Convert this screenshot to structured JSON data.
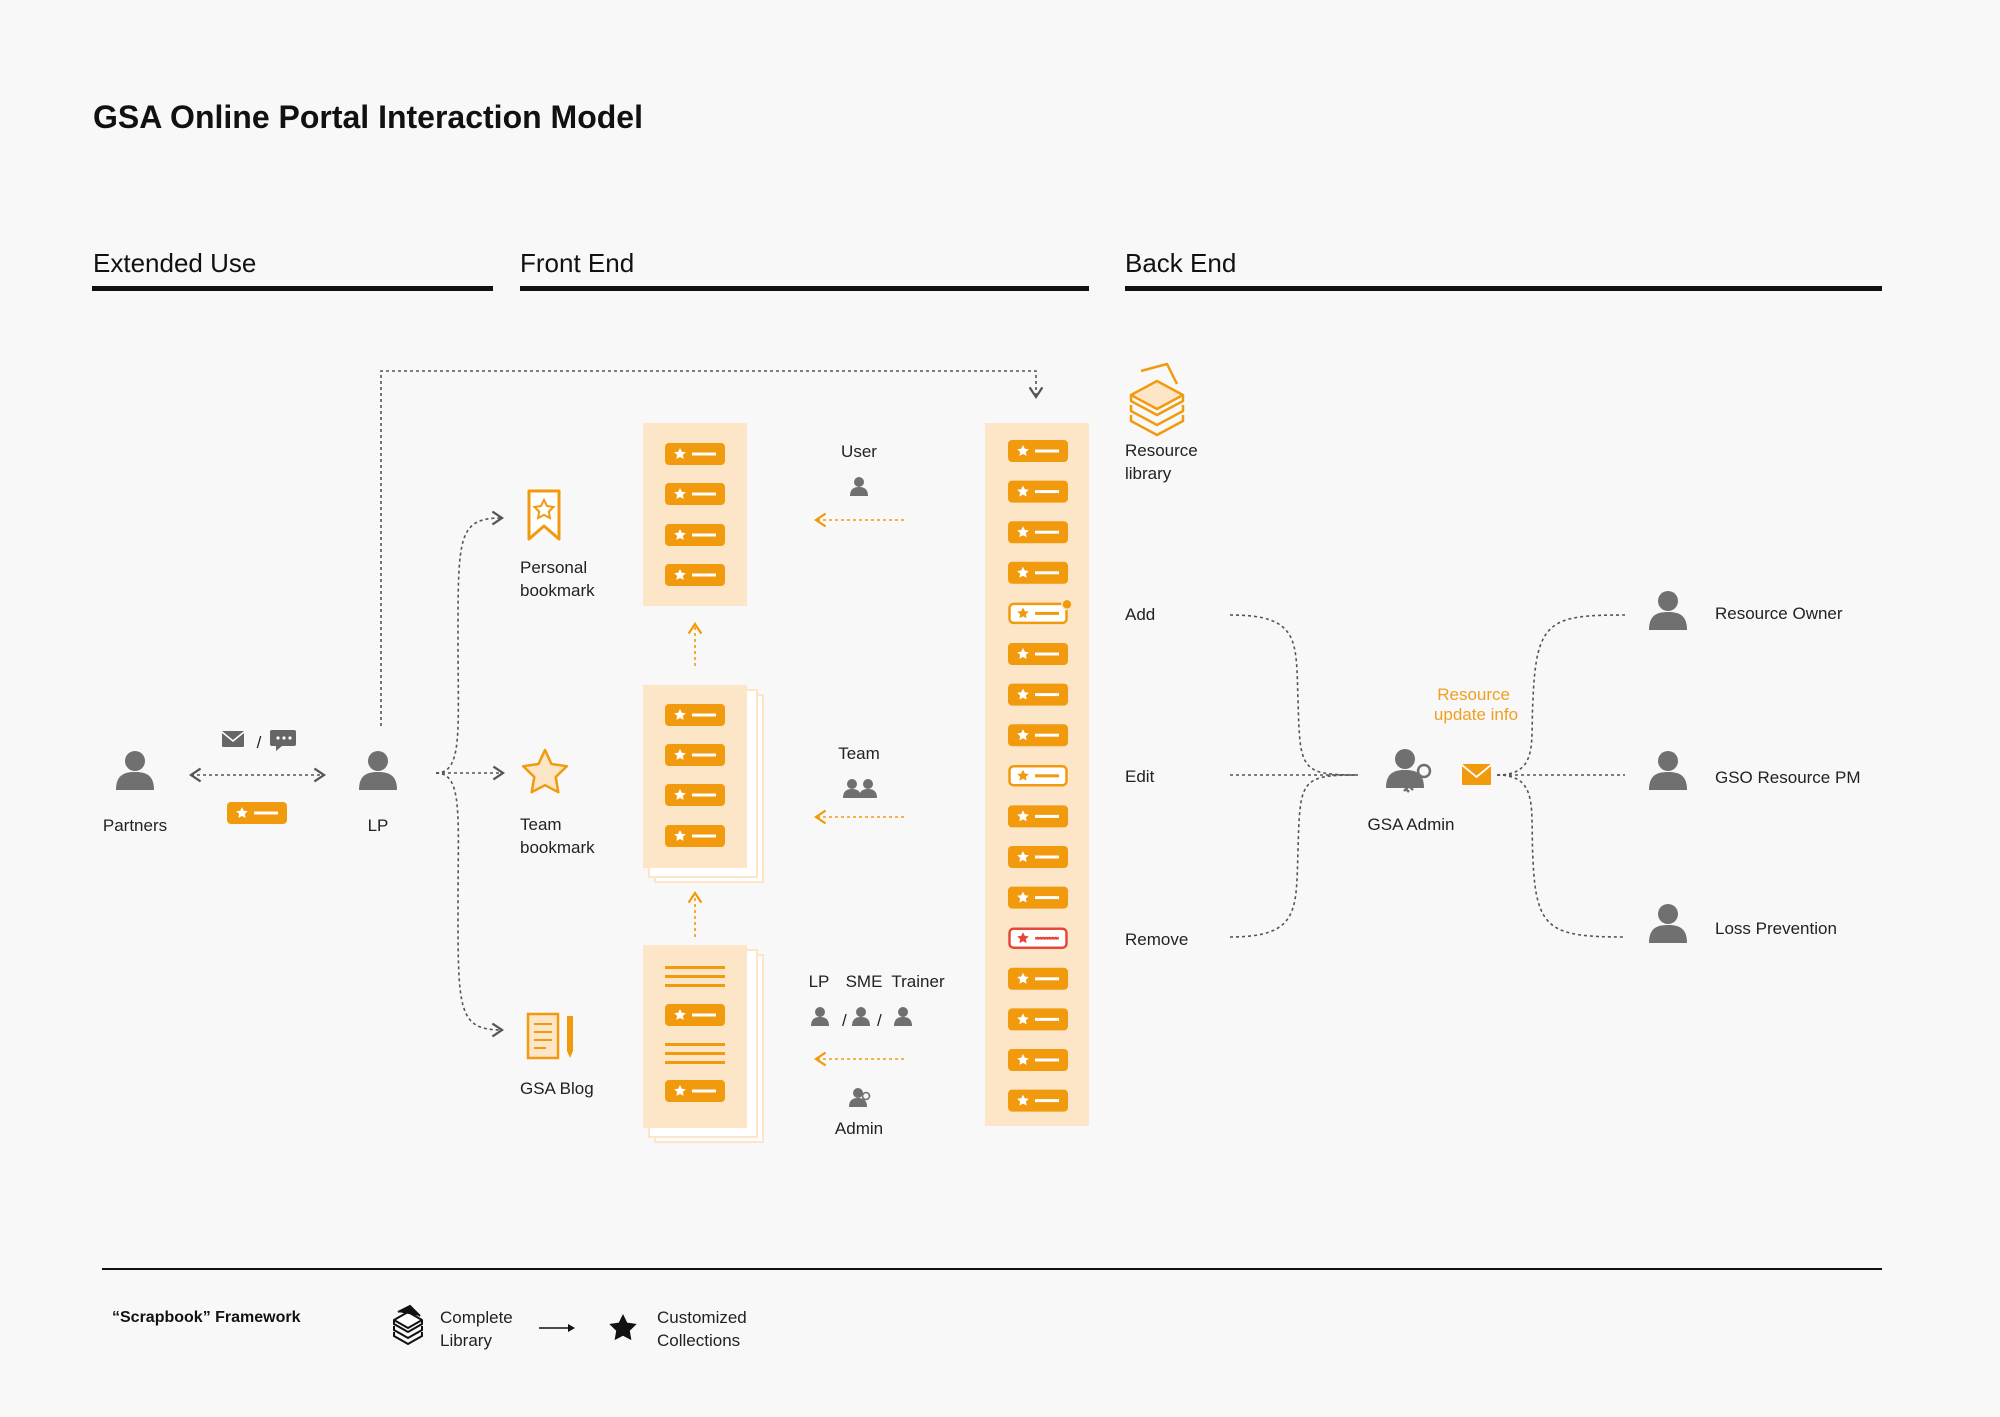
{
  "title": "GSA Online Portal Interaction Model",
  "sections": {
    "extended": "Extended Use",
    "front": "Front End",
    "back": "Back End"
  },
  "colors": {
    "accent": "#f29a0e",
    "panel": "#fde6c7",
    "person": "#707070",
    "alert": "#e5483b"
  },
  "extended": {
    "partners": "Partners",
    "lp": "LP",
    "channel_icons": [
      "mail-icon",
      "chat-icon"
    ],
    "separator": "/"
  },
  "front": {
    "personal_bookmark": [
      "Personal",
      "bookmark"
    ],
    "team_bookmark": [
      "Team",
      "bookmark"
    ],
    "gsa_blog": "GSA Blog",
    "user": "User",
    "team": "Team",
    "contributors": [
      "LP",
      "SME",
      "Trainer"
    ],
    "admin": "Admin"
  },
  "back": {
    "resource_library": [
      "Resource",
      "library"
    ],
    "actions": [
      "Add",
      "Edit",
      "Remove"
    ],
    "gsa_admin": "GSA Admin",
    "update_info": [
      "Resource",
      "update info"
    ],
    "stakeholders": [
      "Resource Owner",
      "GSO Resource PM",
      "Loss Prevention"
    ]
  },
  "library_items": [
    "item",
    "item",
    "item",
    "item",
    "new",
    "item",
    "item",
    "item",
    "draft",
    "item",
    "item",
    "item",
    "removed",
    "item",
    "item",
    "item",
    "item"
  ],
  "legend": {
    "framework": "“Scrapbook” Framework",
    "complete": [
      "Complete",
      "Library"
    ],
    "customized": [
      "Customized",
      "Collections"
    ]
  }
}
